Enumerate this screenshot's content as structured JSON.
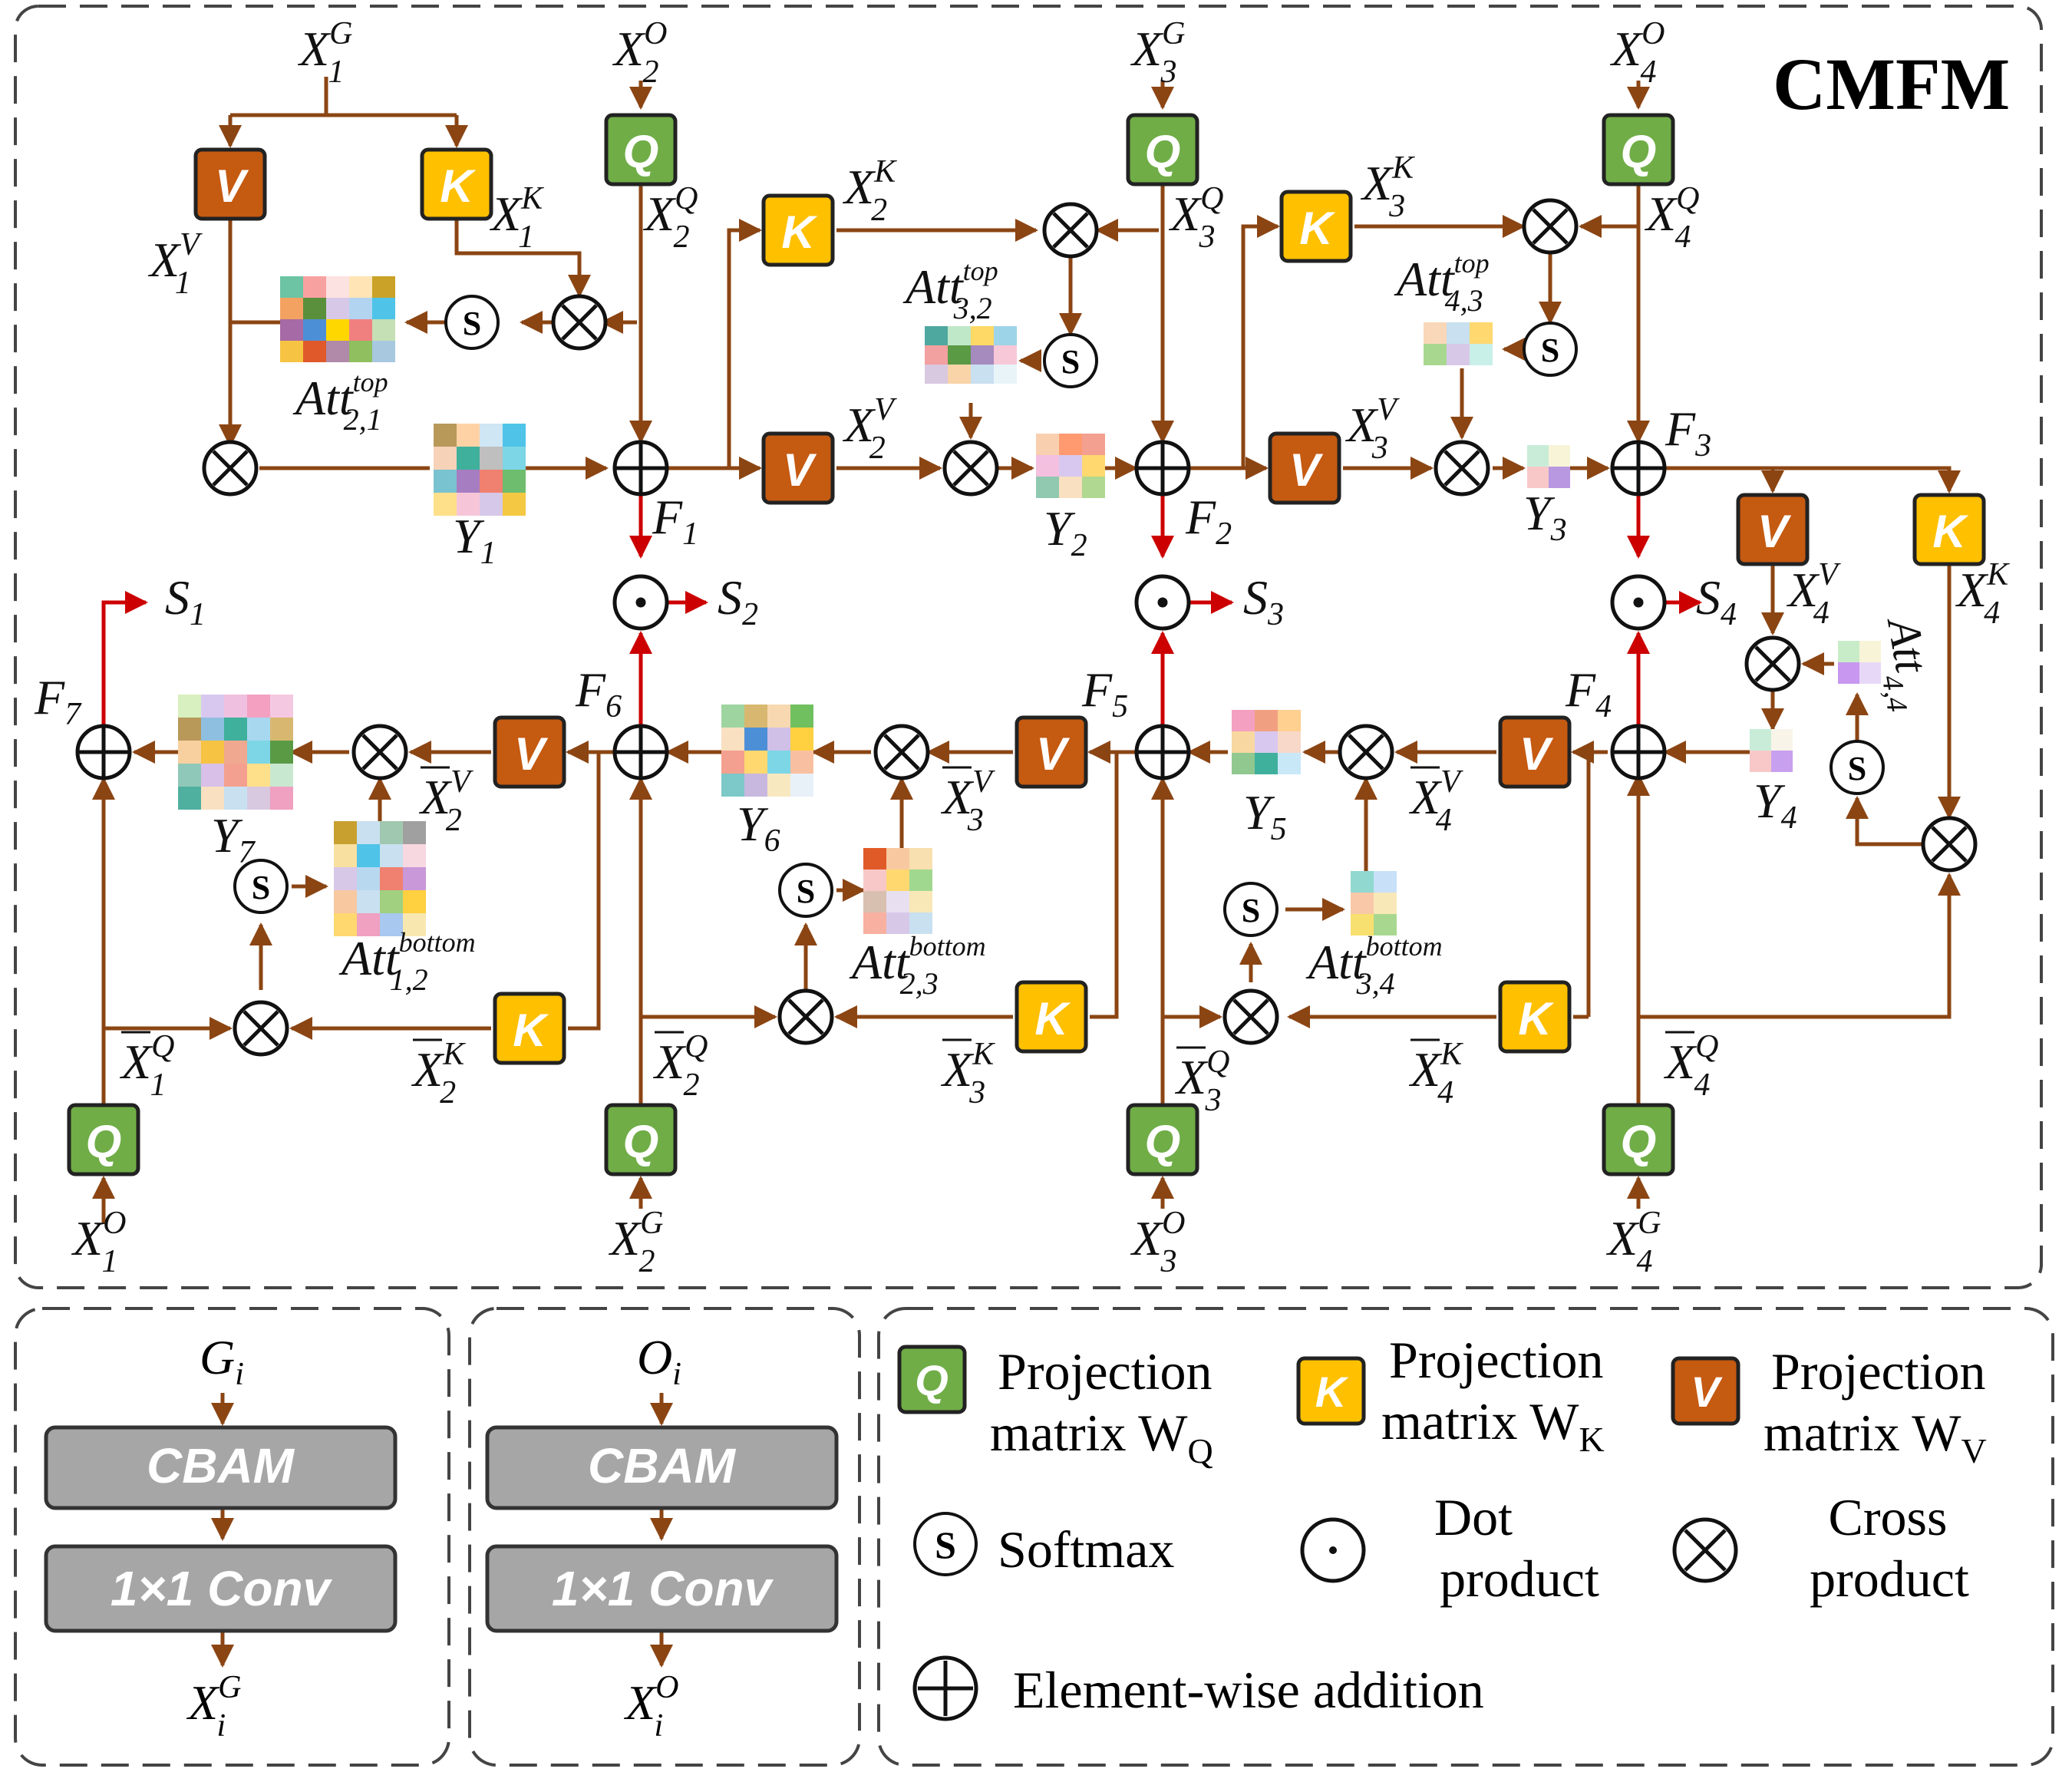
{
  "title": "CMFM",
  "colors": {
    "arrow": "#8B4513",
    "red": "#CC0000",
    "q": "#70AD47",
    "k": "#FFC000",
    "v": "#C55A11",
    "gray": "#A6A6A6"
  },
  "proj": {
    "q": "Q",
    "k": "K",
    "v": "V"
  },
  "ops": {
    "softmax": "S",
    "dot": "·",
    "cross": "×",
    "plus": "+"
  },
  "labels": {
    "x1g": "X",
    "x1g_sup": "G",
    "x1g_sub": "1",
    "x2o": "X",
    "x2o_sup": "O",
    "x2o_sub": "2",
    "x3g": "X",
    "x3g_sup": "G",
    "x3g_sub": "3",
    "x4o": "X",
    "x4o_sup": "O",
    "x4o_sub": "4",
    "x1o": "X",
    "x1o_sup": "O",
    "x1o_sub": "1",
    "x2g": "X",
    "x2g_sup": "G",
    "x2g_sub": "2",
    "x3o": "X",
    "x3o_sup": "O",
    "x3o_sub": "3",
    "x4g": "X",
    "x4g_sup": "G",
    "x4g_sub": "4",
    "x1v": "X",
    "x1v_sup": "V",
    "x1v_sub": "1",
    "x1k": "X",
    "x1k_sup": "K",
    "x1k_sub": "1",
    "x2q": "X",
    "x2q_sup": "Q",
    "x2q_sub": "2",
    "x2k": "X",
    "x2k_sup": "K",
    "x2k_sub": "2",
    "x3q": "X",
    "x3q_sup": "Q",
    "x3q_sub": "3",
    "x3k": "X",
    "x3k_sup": "K",
    "x3k_sub": "3",
    "x4q": "X",
    "x4q_sup": "Q",
    "x4q_sub": "4",
    "x2v": "X",
    "x2v_sup": "V",
    "x2v_sub": "2",
    "x3v": "X",
    "x3v_sup": "V",
    "x3v_sub": "3",
    "x4v": "X",
    "x4v_sup": "V",
    "x4v_sub": "4",
    "x4k": "X",
    "x4k_sup": "K",
    "x4k_sub": "4",
    "att21": "Att",
    "att21_sup": "top",
    "att21_sub": "2,1",
    "att32": "Att",
    "att32_sup": "top",
    "att32_sub": "3,2",
    "att43": "Att",
    "att43_sup": "top",
    "att43_sub": "4,3",
    "att44": "Att",
    "att44_sub": "4,4",
    "att12": "Att",
    "att12_sup": "bottom",
    "att12_sub": "1,2",
    "att23": "Att",
    "att23_sup": "bottom",
    "att23_sub": "2,3",
    "att34": "Att",
    "att34_sup": "bottom",
    "att34_sub": "3,4",
    "y1": "Y",
    "y1_sub": "1",
    "y2": "Y",
    "y2_sub": "2",
    "y3": "Y",
    "y3_sub": "3",
    "y4": "Y",
    "y4_sub": "4",
    "y5": "Y",
    "y5_sub": "5",
    "y6": "Y",
    "y6_sub": "6",
    "y7": "Y",
    "y7_sub": "7",
    "f1": "F",
    "f1_sub": "1",
    "f2": "F",
    "f2_sub": "2",
    "f3": "F",
    "f3_sub": "3",
    "f4": "F",
    "f4_sub": "4",
    "f5": "F",
    "f5_sub": "5",
    "f6": "F",
    "f6_sub": "6",
    "f7": "F",
    "f7_sub": "7",
    "s1": "S",
    "s1_sub": "1",
    "s2": "S",
    "s2_sub": "2",
    "s3": "S",
    "s3_sub": "3",
    "s4": "S",
    "s4_sub": "4",
    "xb1q": "X",
    "xb1q_sup": "Q",
    "xb1q_sub": "1",
    "xb2v": "X",
    "xb2v_sup": "V",
    "xb2v_sub": "2",
    "xb2k": "X",
    "xb2k_sup": "K",
    "xb2k_sub": "2",
    "xb2q": "X",
    "xb2q_sup": "Q",
    "xb2q_sub": "2",
    "xb3v": "X",
    "xb3v_sup": "V",
    "xb3v_sub": "3",
    "xb3k": "X",
    "xb3k_sup": "K",
    "xb3k_sub": "3",
    "xb3q": "X",
    "xb3q_sup": "Q",
    "xb3q_sub": "3",
    "xb4v": "X",
    "xb4v_sup": "V",
    "xb4v_sub": "4",
    "xb4k": "X",
    "xb4k_sup": "K",
    "xb4k_sub": "4",
    "xb4q": "X",
    "xb4q_sup": "Q",
    "xb4q_sub": "4"
  },
  "bottom_left": {
    "g_in": "G",
    "g_in_sub": "i",
    "o_in": "O",
    "o_in_sub": "i",
    "cbam": "CBAM",
    "conv": "1×1 Conv",
    "xg": "X",
    "xg_sup": "G",
    "xg_sub": "i",
    "xo": "X",
    "xo_sup": "O",
    "xo_sub": "i"
  },
  "legend": {
    "q_l1": "Projection",
    "q_l2": "matrix W",
    "q_sub": "Q",
    "k_l1": "Projection",
    "k_l2": "matrix W",
    "k_sub": "K",
    "v_l1": "Projection",
    "v_l2": "matrix W",
    "v_sub": "V",
    "softmax": "Softmax",
    "dot_l1": "Dot",
    "dot_l2": "product",
    "cross_l1": "Cross",
    "cross_l2": "product",
    "plus": "Element-wise addition"
  }
}
